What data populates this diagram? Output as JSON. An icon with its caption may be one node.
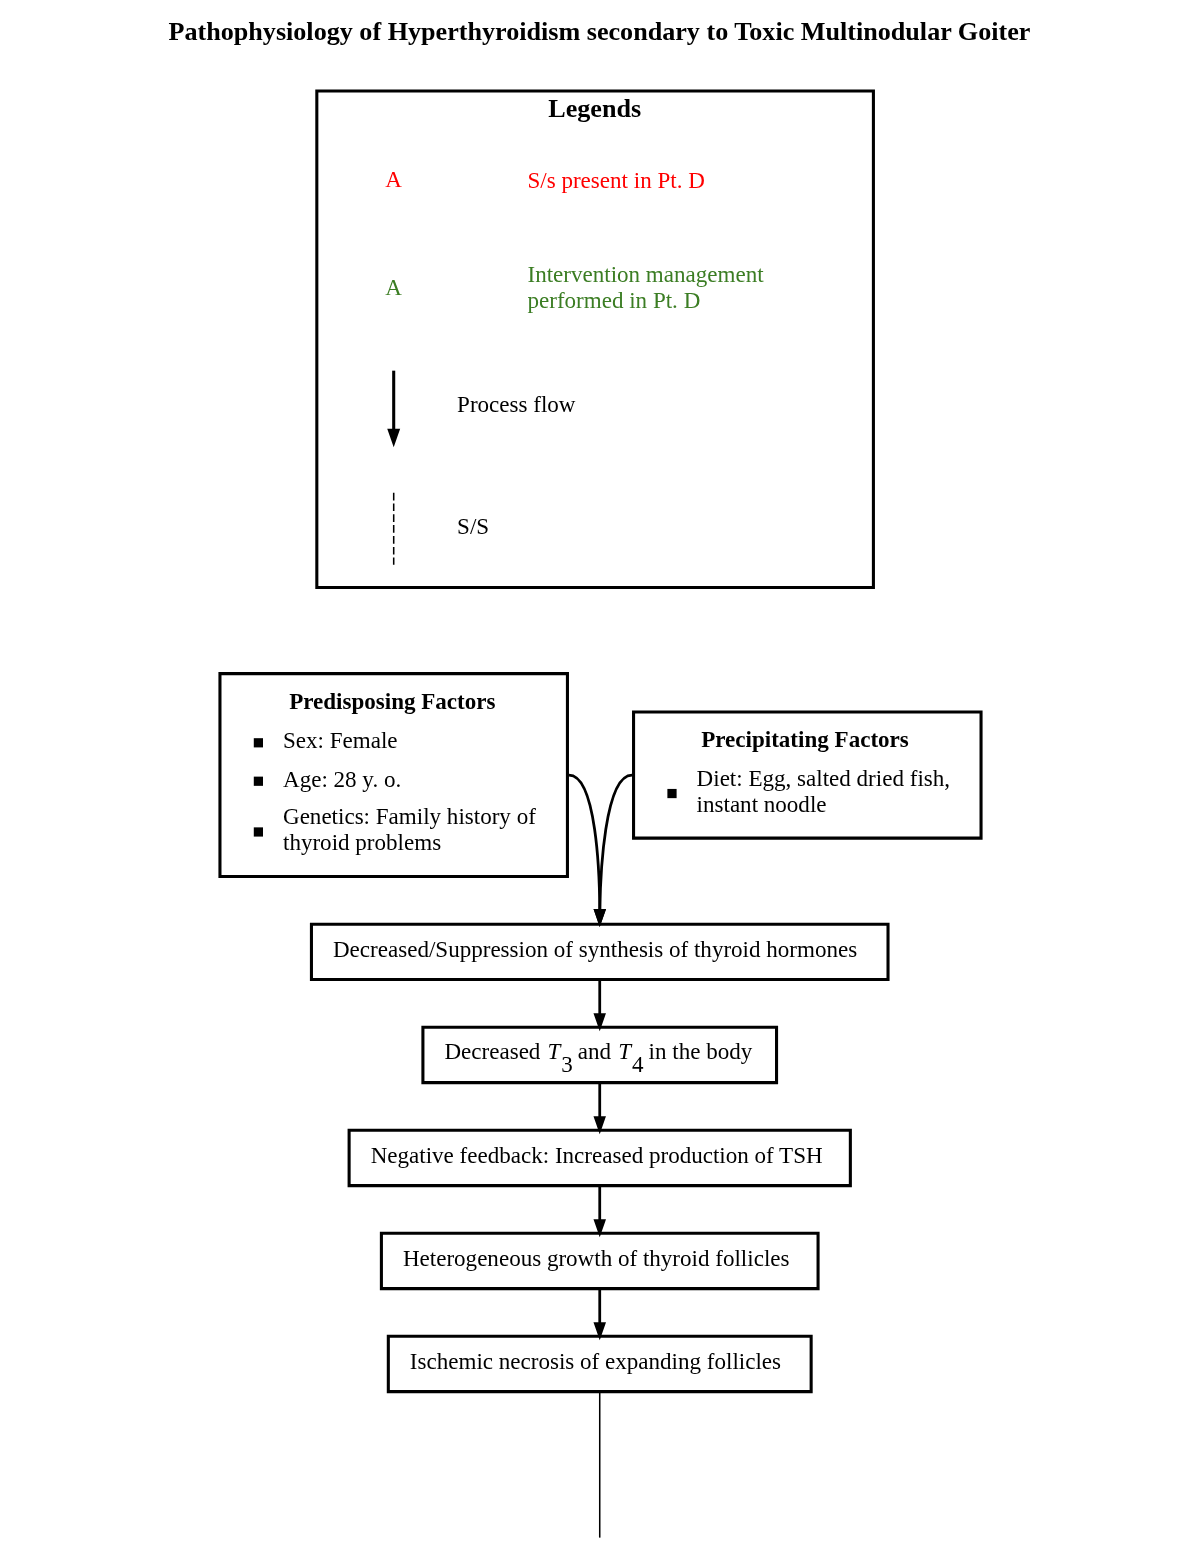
{
  "diagram": {
    "title": "Pathophysiology of Hyperthyroidism secondary to Toxic Multinodular Goiter",
    "nodes": [
      {
        "text": [
          "Legends"
        ]
      },
      {
        "text": [
          "Predisposing Factors",
          "Sex: Female",
          "Age: 28 y. o.",
          "Genetics: Family history of thyroid problems"
        ]
      },
      {
        "text": [
          "Precipitating Factors",
          "Diet: Egg, salted dried fish, instant noodle"
        ]
      },
      {
        "text": [
          "Decreased/Suppression of synthesis of thyroid hormones"
        ]
      },
      {
        "text": [
          "Decreased *T*$_{3}$ and *T*$_{4}$ in the body"
        ]
      },
      {
        "text": [
          "Negative feedback: Increased production of TSH"
        ]
      },
      {
        "text": [
          "Heterogeneous growth of thyroid follicles"
        ]
      },
      {
        "text": [
          "Ischemic necrosis of expanding follicles"
        ]
      }
    ],
    "edges": [
      {
        "from": 1,
        "to": 3,
        "arrow": "to"
      },
      {
        "from": 2,
        "to": 3,
        "arrow": "to"
      },
      {
        "from": 3,
        "to": 4,
        "arrow": "to"
      },
      {
        "from": 4,
        "to": 5,
        "arrow": "to"
      },
      {
        "from": 5,
        "to": 6,
        "arrow": "to"
      },
      {
        "from": 6,
        "to": 7,
        "arrow": "to"
      },
      {
        "from": 7,
        "to": null,
        "arrow": "none"
      }
    ],
    "labels": [
      "A",
      "A"
    ],
    "legend": [
      {
        "text": "S/s present in Pt. D",
        "color": "#ff0000"
      },
      {
        "text": "Intervention management performed in Pt. D",
        "color": "#3b7d23"
      },
      {
        "text": "Process flow"
      },
      {
        "text": "S/S"
      }
    ]
  }
}
